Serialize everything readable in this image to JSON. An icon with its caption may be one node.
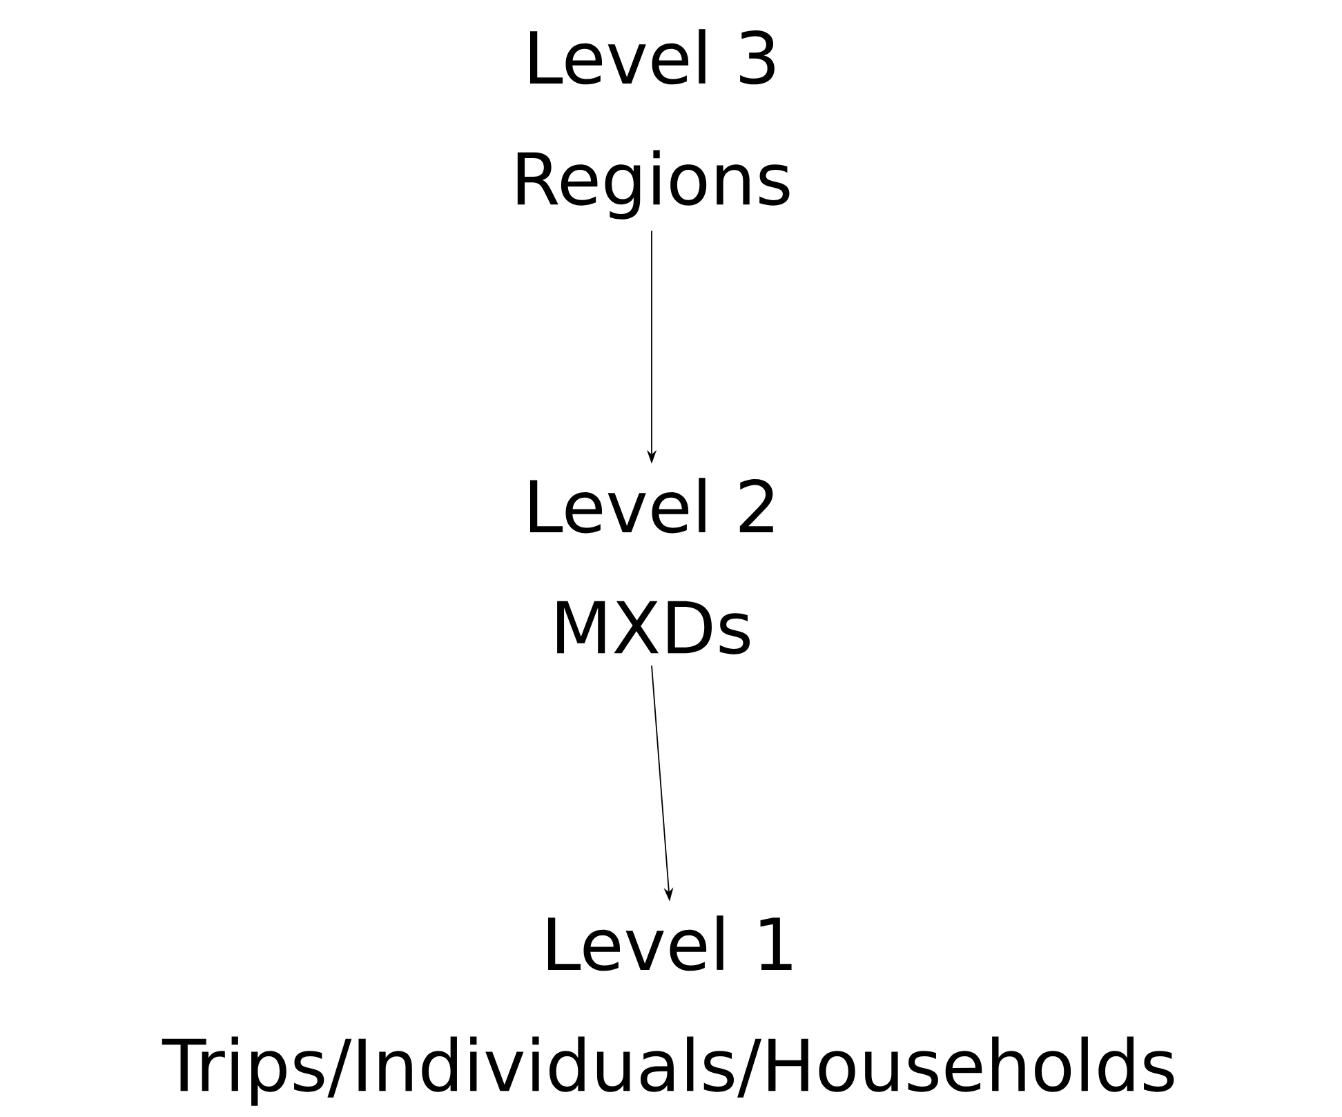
{
  "diagram": {
    "nodes": [
      {
        "text": [
          "Level 3",
          "Regions"
        ]
      },
      {
        "text": [
          "Level 2",
          "MXDs"
        ]
      },
      {
        "text": [
          "Level 1",
          "Trips/Individuals/Households"
        ]
      }
    ],
    "edges": [
      {
        "from": 0,
        "to": 1,
        "arrow": "to"
      },
      {
        "from": 1,
        "to": 2,
        "arrow": "to"
      }
    ]
  }
}
